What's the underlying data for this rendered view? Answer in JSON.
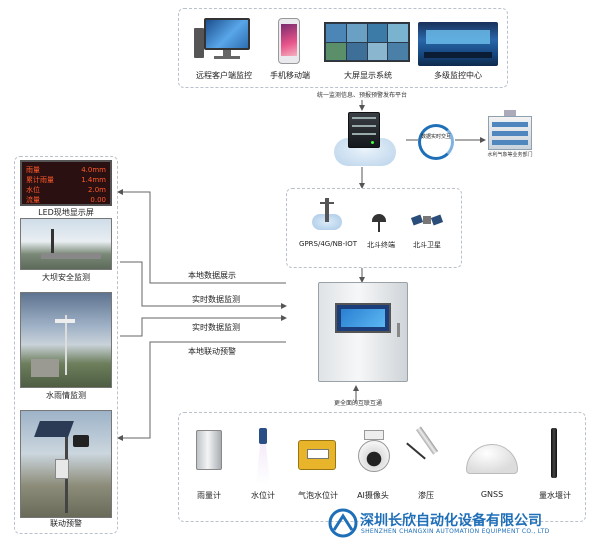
{
  "top": {
    "devices": [
      {
        "label": "远程客户端监控",
        "icon": "desktop-computer-icon"
      },
      {
        "label": "手机移动端",
        "icon": "smartphone-icon"
      },
      {
        "label": "大屏显示系统",
        "icon": "video-wall-icon"
      },
      {
        "label": "多级监控中心",
        "icon": "control-room-icon"
      }
    ],
    "platform_label": "统一监测信息、预报预警发布平台"
  },
  "server_side": {
    "sync_label": "数据实时交互",
    "building_label": "水利气象等业务部门"
  },
  "comm": {
    "items": [
      {
        "label": "GPRS/4G/NB-IOT",
        "icon": "cell-tower-icon"
      },
      {
        "label": "北斗终端",
        "icon": "beidou-terminal-icon"
      },
      {
        "label": "北斗卫星",
        "icon": "satellite-icon"
      }
    ]
  },
  "left": {
    "led": {
      "rows": [
        {
          "name": "雨量",
          "value": "4.0mm"
        },
        {
          "name": "累计雨量",
          "value": "1.4mm"
        },
        {
          "name": "水位",
          "value": "2.0m"
        },
        {
          "name": "流量",
          "value": "0.00"
        }
      ],
      "caption": "LED现地显示屏"
    },
    "captions": [
      "大坝安全监测",
      "水雨情监测",
      "联动预警"
    ]
  },
  "flows": [
    "本地数据展示",
    "实时数据监测",
    "实时数据监测",
    "本地联动预警"
  ],
  "bottom": {
    "title": "更全面的互联互通",
    "sensors": [
      {
        "label": "雨量计",
        "icon": "rain-gauge-icon"
      },
      {
        "label": "水位计",
        "icon": "water-level-sensor-icon"
      },
      {
        "label": "气泡水位计",
        "icon": "bubble-gauge-icon"
      },
      {
        "label": "AI摄像头",
        "icon": "dome-camera-icon"
      },
      {
        "label": "渗压",
        "icon": "piezometer-icon"
      },
      {
        "label": "GNSS",
        "icon": "gnss-antenna-icon"
      },
      {
        "label": "量水堰计",
        "icon": "weir-gauge-icon"
      }
    ]
  },
  "company": {
    "name_cn": "深圳长欣自动化设备有限公司",
    "name_en": "SHENZHEN CHANGXIN AUTOMATION EQUIPMENT CO., LTD"
  },
  "colors": {
    "accent": "#1f6fb8",
    "led_bg": "#2a1010",
    "led_text": "#ff5a2a",
    "line": "#666666"
  }
}
